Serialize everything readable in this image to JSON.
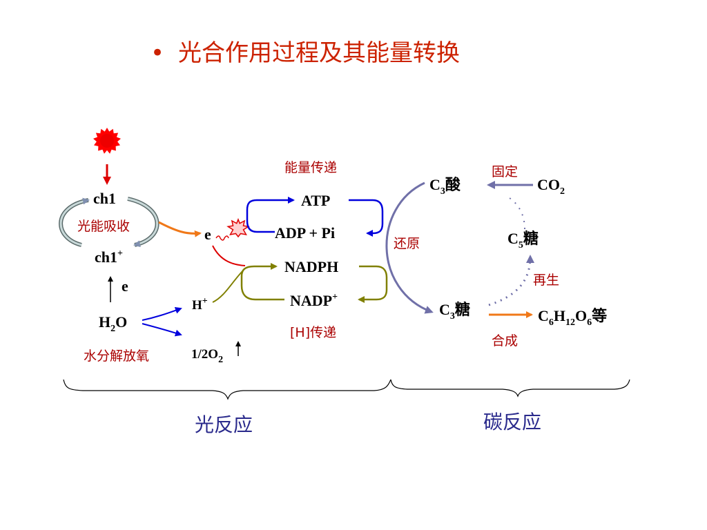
{
  "title": "光合作用过程及其能量转换",
  "bullet": "•",
  "light": {
    "ch1": "ch1",
    "absorb": "光能吸收",
    "ch1_plus_base": "ch1",
    "ch1_plus_sup": "+",
    "e_upper": "e",
    "h2o_h": "H",
    "h2o_sub": "2",
    "h2o_o": "O",
    "water_split": "水分解放氧",
    "h_plus_base": "H",
    "h_plus_sup": "+",
    "o2_text": "1/2O",
    "o2_sub": "2",
    "e_electron": "e"
  },
  "energy": {
    "transfer_label": "能量传递",
    "atp": "ATP",
    "adp_pi": "ADP  +  Pi",
    "nadph": "NADPH",
    "nadp_base": "NADP",
    "nadp_sup": "+",
    "h_transfer": "[H]传递"
  },
  "dark": {
    "c3_acid_c": "C",
    "c3_acid_sub": "3",
    "c3_acid_cn": "酸",
    "fixation": "固定",
    "co2_text": "CO",
    "co2_sub": "2",
    "c5_c": "C",
    "c5_sub": "5",
    "c5_cn": "糖",
    "reduction": "还原",
    "regeneration": "再生",
    "c3_sugar_c": "C",
    "c3_sugar_sub": "3",
    "c3_sugar_cn": "糖",
    "glucose_c": "C",
    "glucose_c_sub": "6",
    "glucose_h": "H",
    "glucose_h_sub": "12",
    "glucose_o": "O",
    "glucose_o_sub": "6",
    "glucose_cn": "等",
    "synthesis": "合成"
  },
  "braces": {
    "light_reaction": "光反应",
    "carbon_reaction": "碳反应"
  },
  "colors": {
    "title": "#cc2200",
    "red_label": "#aa0000",
    "blue_label": "#2a2a8c",
    "atp_loop": "#0000dd",
    "nadph_loop": "#808000",
    "orange": "#f07818",
    "cycle": "#7070a8"
  }
}
